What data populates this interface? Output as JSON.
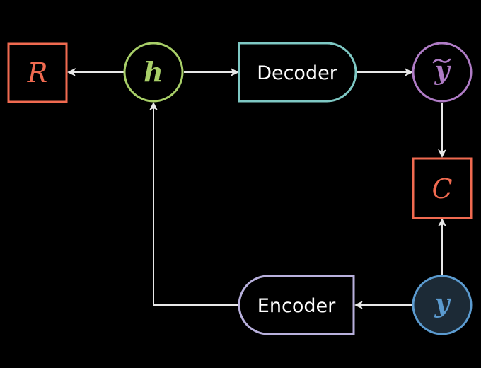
{
  "nodes": {
    "r": {
      "label": "R",
      "color": "#f06a50"
    },
    "h": {
      "label": "h",
      "color": "#a8cf68"
    },
    "decoder": {
      "label": "Decoder",
      "color": "#7ec8c4"
    },
    "ytilde": {
      "label": "y",
      "color": "#b07cc6"
    },
    "c": {
      "label": "C",
      "color": "#f06a50"
    },
    "encoder": {
      "label": "Encoder",
      "color": "#b8b0dc"
    },
    "y": {
      "label": "y",
      "color": "#5b9bd0",
      "fill": "#1c2a36"
    }
  },
  "edge_color": "#e8e8e8"
}
